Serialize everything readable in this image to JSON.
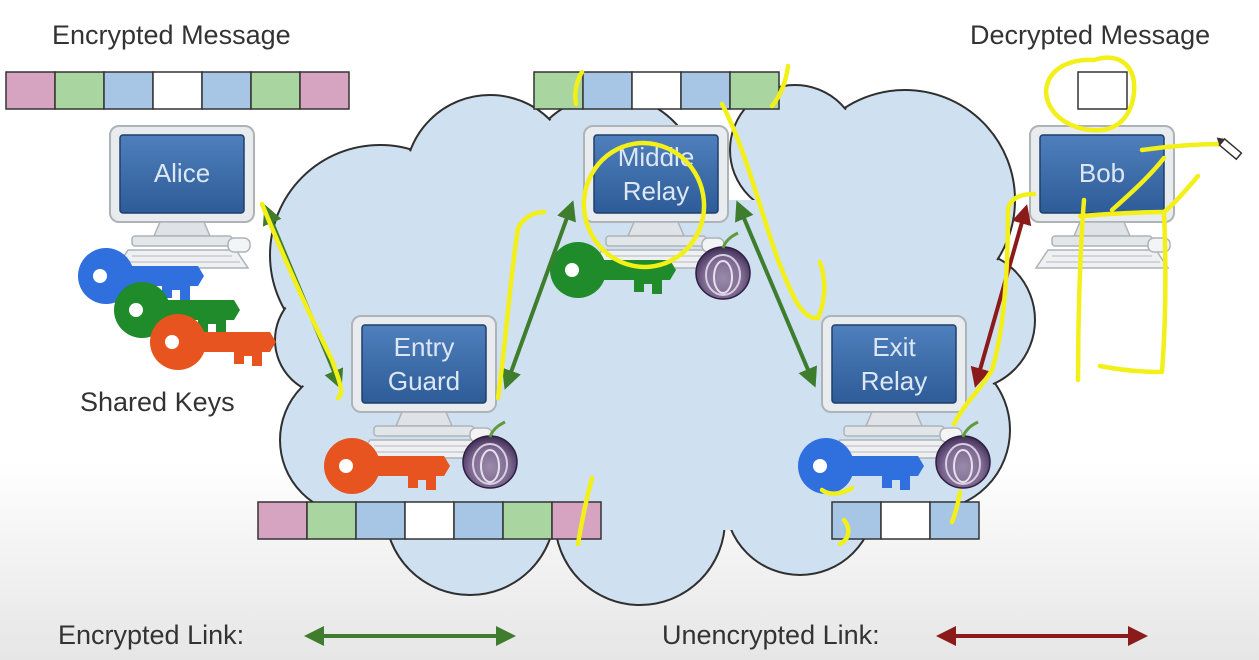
{
  "labels": {
    "encrypted_message": "Encrypted Message",
    "decrypted_message": "Decrypted Message",
    "shared_keys": "Shared Keys",
    "encrypted_link": "Encrypted Link:",
    "unencrypted_link": "Unencrypted Link:"
  },
  "nodes": {
    "alice": [
      "Alice"
    ],
    "entry": [
      "Entry",
      "Guard"
    ],
    "middle": [
      "Middle",
      "Relay"
    ],
    "exit": [
      "Exit",
      "Relay"
    ],
    "bob": [
      "Bob"
    ]
  },
  "colors": {
    "pink": "#d6a4c0",
    "green": "#a9d5a1",
    "blue": "#a7c6e6",
    "white": "#ffffff",
    "cloud": "#cfe0f0",
    "encrypted_arrow": "#3e7d2d",
    "unencrypted_arrow": "#8b1b1b",
    "key_blue": "#2f6fde",
    "key_green": "#1f8b2a",
    "key_orange": "#e8541f",
    "annotation": "#f2ef19"
  },
  "message_blocks": {
    "alice": [
      "pink",
      "green",
      "blue",
      "white",
      "blue",
      "green",
      "pink"
    ],
    "entry": [
      "pink",
      "green",
      "blue",
      "white",
      "blue",
      "green",
      "pink"
    ],
    "middle": [
      "green",
      "blue",
      "white",
      "blue",
      "green"
    ],
    "exit": [
      "blue",
      "white",
      "blue"
    ],
    "bob": [
      "white"
    ]
  }
}
